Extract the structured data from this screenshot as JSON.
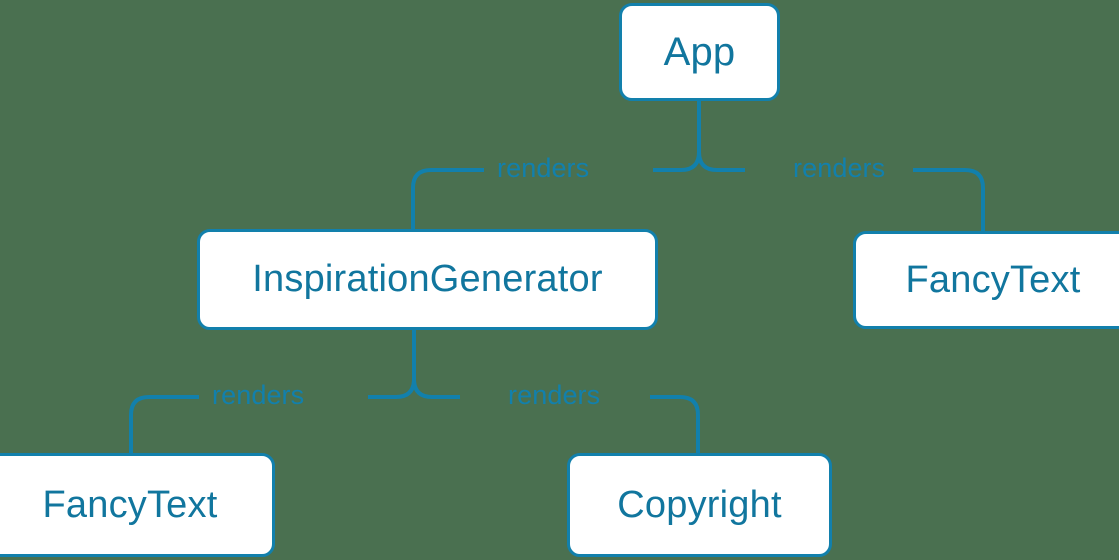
{
  "diagram": {
    "type": "component-tree",
    "title": "React component render tree",
    "colors": {
      "background": "#4a7050",
      "node_fill": "#ffffff",
      "node_border": "#1280ac",
      "node_text": "#11769e",
      "edge_line": "#1280ac",
      "edge_label_text": "#1280ac"
    },
    "nodes": [
      {
        "id": "app",
        "label": "App"
      },
      {
        "id": "inspgen",
        "label": "InspirationGenerator"
      },
      {
        "id": "fancy_r",
        "label": "FancyText"
      },
      {
        "id": "fancy_bl",
        "label": "FancyText"
      },
      {
        "id": "copyright",
        "label": "Copyright"
      }
    ],
    "edges": [
      {
        "from": "app",
        "to": "inspgen",
        "label": "renders"
      },
      {
        "from": "app",
        "to": "fancy_r",
        "label": "renders"
      },
      {
        "from": "inspgen",
        "to": "fancy_bl",
        "label": "renders"
      },
      {
        "from": "inspgen",
        "to": "copyright",
        "label": "renders"
      }
    ]
  }
}
